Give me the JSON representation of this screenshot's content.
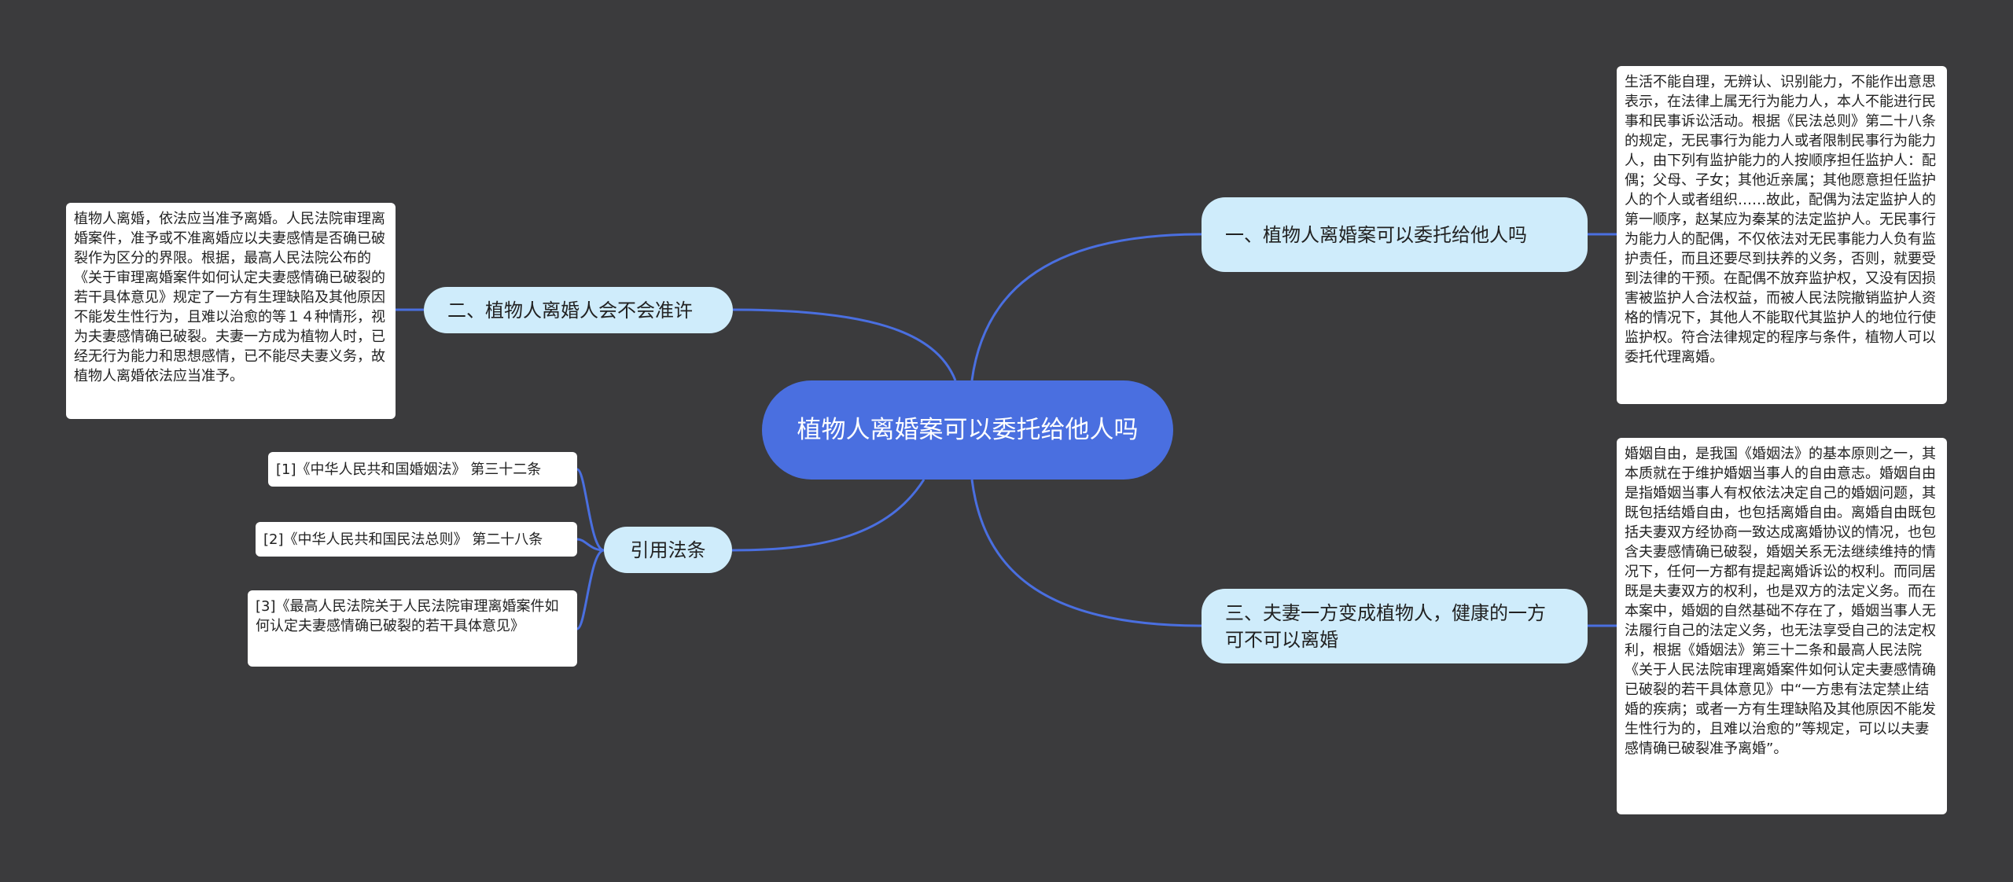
{
  "root": {
    "title": "植物人离婚案可以委托给他人吗"
  },
  "branches": [
    {
      "label": "一、植物人离婚案可以委托给他人吗"
    },
    {
      "label": "二、植物人离婚人会不会准许"
    },
    {
      "label": "三、夫妻一方变成植物人，健康的一方可不可以离婚"
    },
    {
      "label": "引用法条"
    }
  ],
  "leaves": {
    "b1": "生活不能自理，无辨认、识别能力，不能作出意思表示，在法律上属无行为能力人，本人不能进行民事和民事诉讼活动。根据《民法总则》第二十八条的规定，无民事行为能力人或者限制民事行为能力人，由下列有监护能力的人按顺序担任监护人：配偶；父母、子女；其他近亲属；其他愿意担任监护人的个人或者组织……故此，配偶为法定监护人的第一顺序，赵某应为秦某的法定监护人。无民事行为能力人的配偶，不仅依法对无民事能力人负有监护责任，而且还要尽到扶养的义务，否则，就要受到法律的干预。在配偶不放弃监护权，又没有因损害被监护人合法权益，而被人民法院撤销监护人资格的情况下，其他人不能取代其监护人的地位行使监护权。符合法律规定的程序与条件，植物人可以委托代理离婚。",
    "b2": "植物人离婚，依法应当准予离婚。人民法院审理离婚案件，准予或不准离婚应以夫妻感情是否确已破裂作为区分的界限。根据，最高人民法院公布的《关于审理离婚案件如何认定夫妻感情确已破裂的若干具体意见》规定了一方有生理缺陷及其他原因不能发生性行为，且难以治愈的等１４种情形，视为夫妻感情确已破裂。夫妻一方成为植物人时，已经无行为能力和思想感情，已不能尽夫妻义务，故植物人离婚依法应当准予。",
    "b3": "婚姻自由，是我国《婚姻法》的基本原则之一，其本质就在于维护婚姻当事人的自由意志。婚姻自由是指婚姻当事人有权依法决定自己的婚姻问题，其既包括结婚自由，也包括离婚自由。离婚自由既包括夫妻双方经协商一致达成离婚协议的情况，也包含夫妻感情确已破裂，婚姻关系无法继续维持的情况下，任何一方都有提起离婚诉讼的权利。而同居既是夫妻双方的权利，也是双方的法定义务。而在本案中，婚姻的自然基础不存在了，婚姻当事人无法履行自己的法定义务，也无法享受自己的法定权利，根据《婚姻法》第三十二条和最高人民法院《关于人民法院审理离婚案件如何认定夫妻感情确已破裂的若干具体意见》中“一方患有法定禁止结婚的疾病；或者一方有生理缺陷及其他原因不能发生性行为的，且难以治愈的”等规定，可以以夫妻感情确已破裂准予离婚”。",
    "refs": [
      "[1]《中华人民共和国婚姻法》 第三十二条",
      "[2]《中华人民共和国民法总则》 第二十八条",
      "[3]《最高人民法院关于人民法院审理离婚案件如何认定夫妻感情确已破裂的若干具体意见》"
    ]
  },
  "colors": {
    "background": "#3b3b3d",
    "root": "#4a6fe0",
    "branch": "#cfecfb",
    "line": "#4a6fe0"
  }
}
